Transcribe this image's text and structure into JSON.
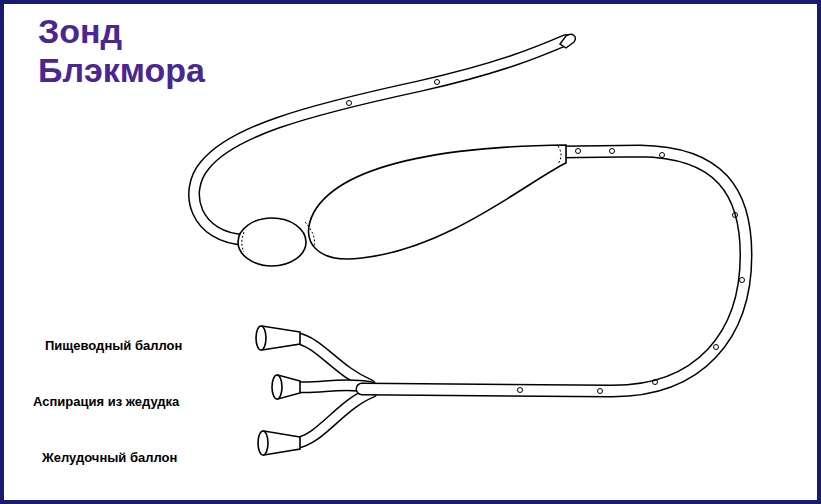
{
  "diagram": {
    "title": "Зонд Блэкмора",
    "labels": [
      "Пищеводный баллон",
      "Аспирация из жедудка",
      "Желудочный баллон"
    ]
  }
}
